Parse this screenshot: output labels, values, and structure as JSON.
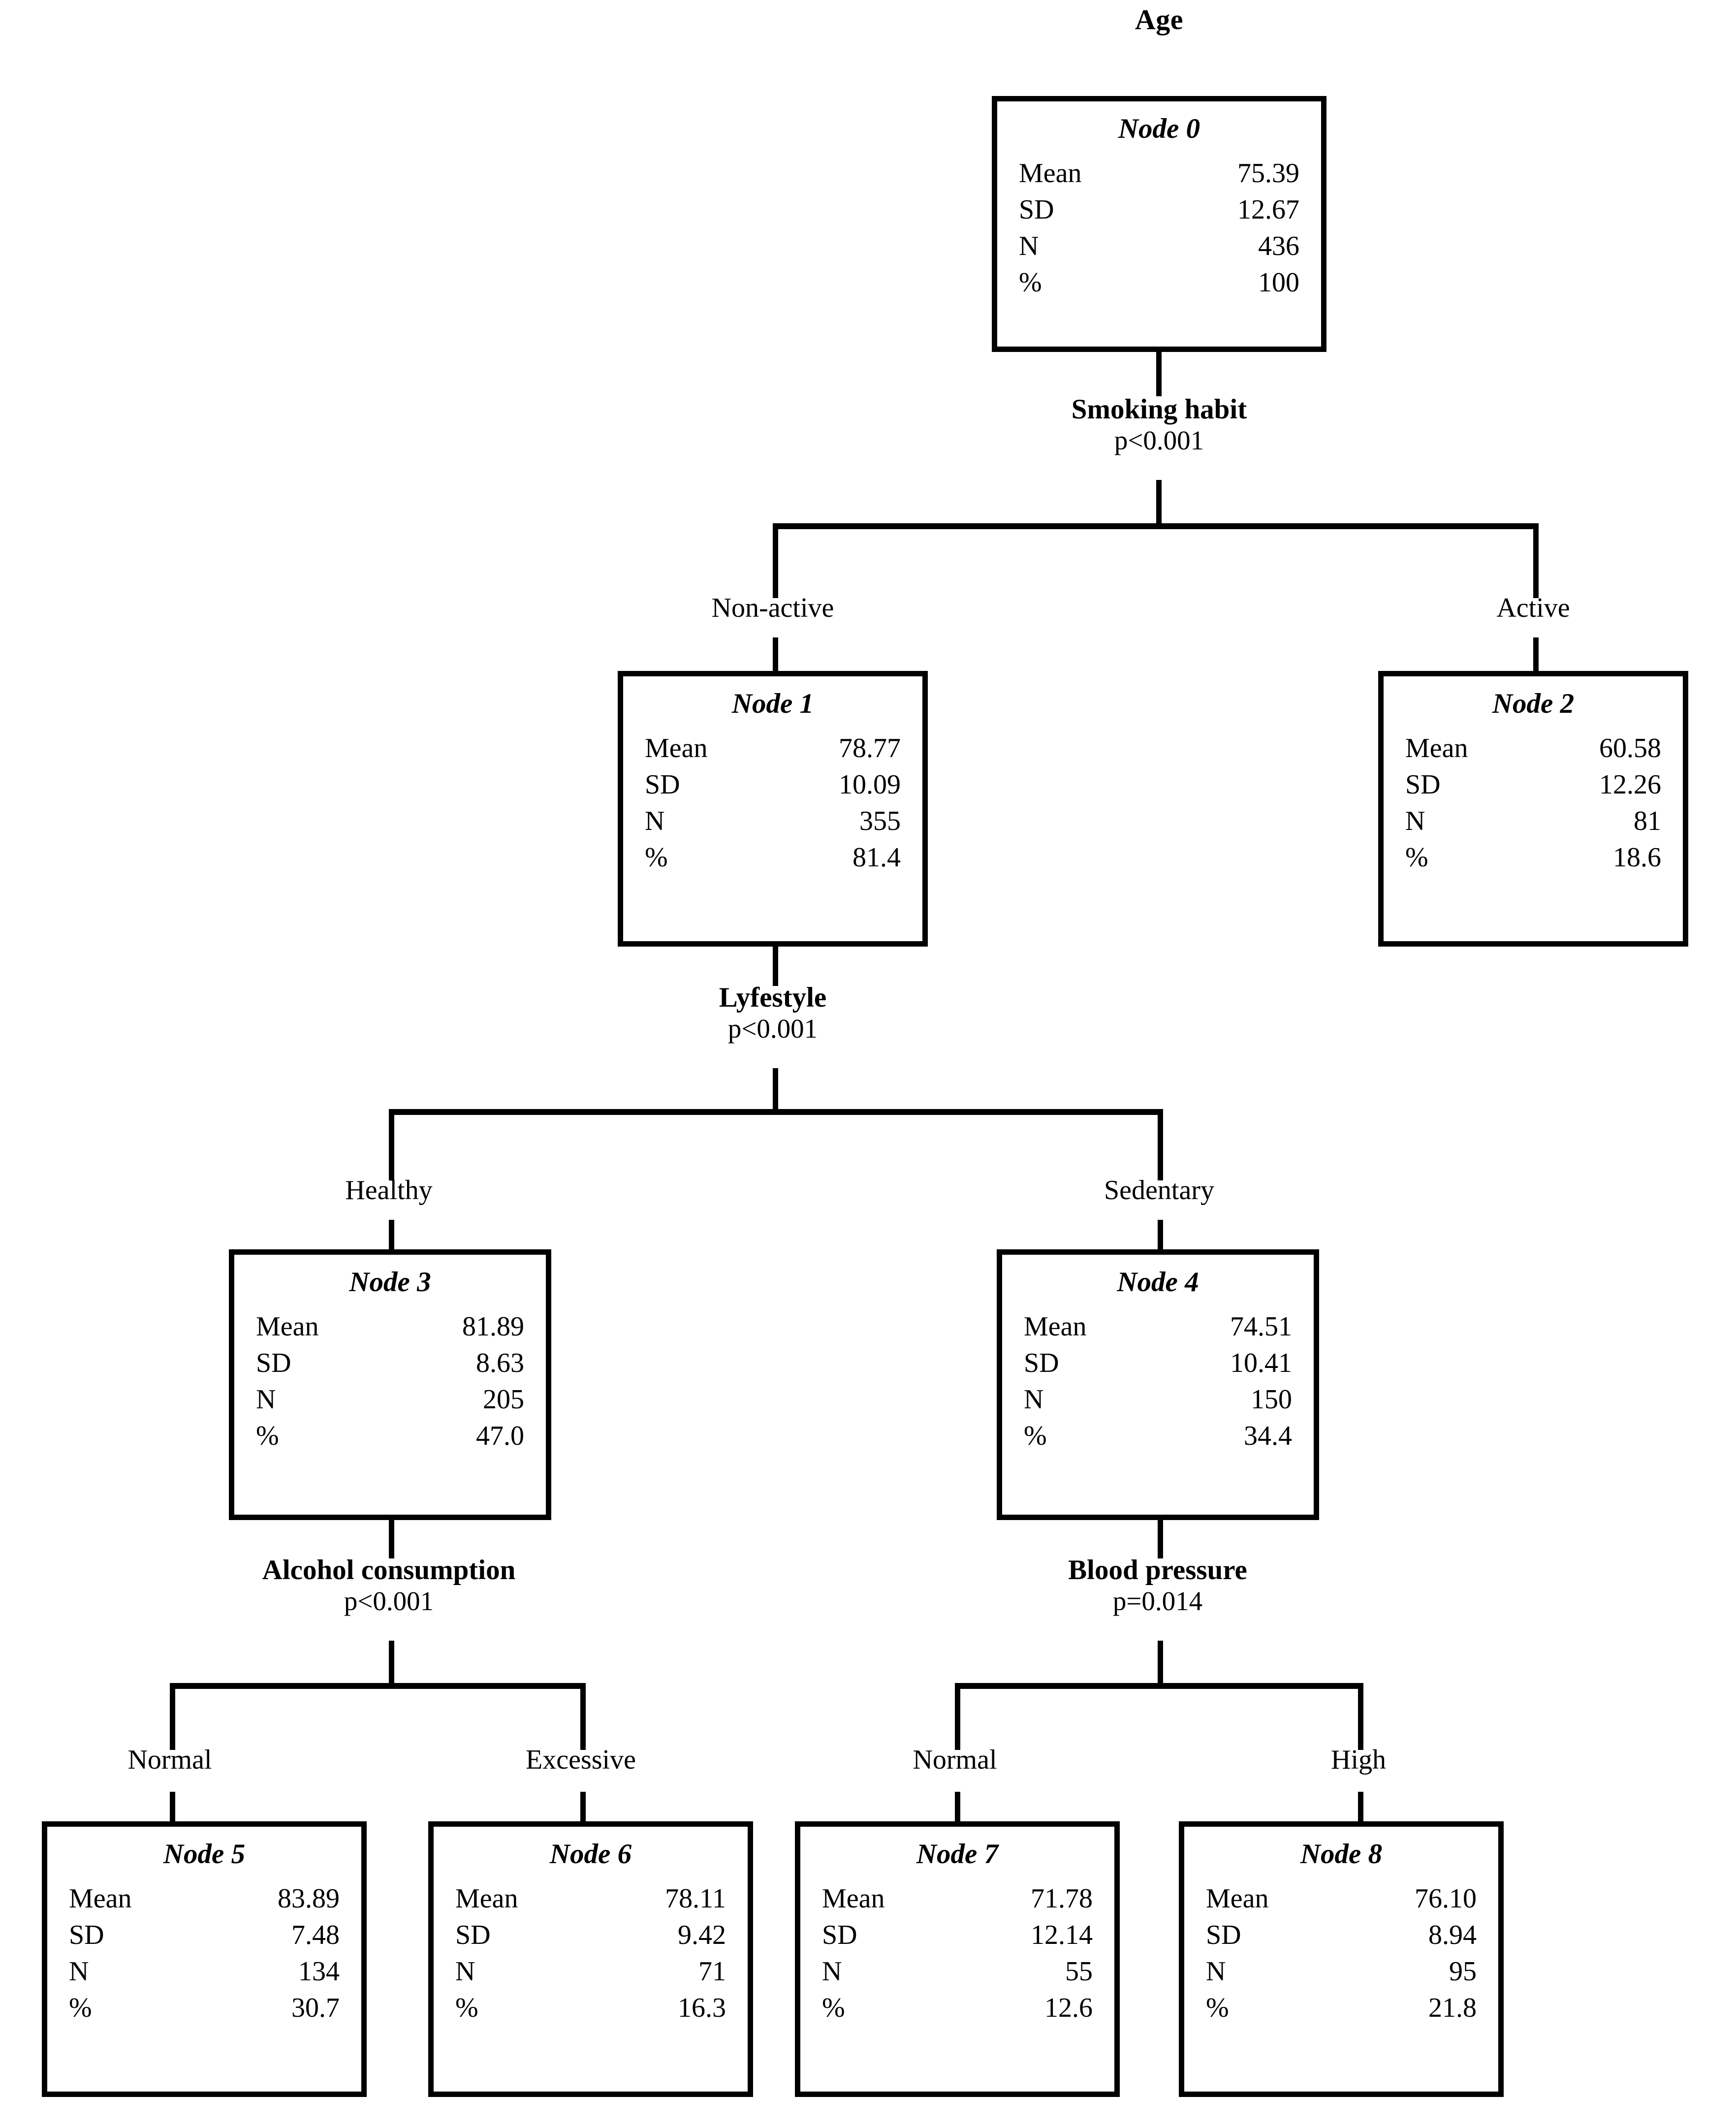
{
  "diagram": {
    "type": "decision-tree",
    "target_variable": "Age",
    "stat_labels": [
      "Mean",
      "SD",
      "N",
      "%"
    ]
  },
  "nodes": [
    {
      "id": "node0",
      "title": "Node 0",
      "mean": "75.39",
      "sd": "12.67",
      "n": "436",
      "pct": "100"
    },
    {
      "id": "node1",
      "title": "Node 1",
      "mean": "78.77",
      "sd": "10.09",
      "n": "355",
      "pct": "81.4"
    },
    {
      "id": "node2",
      "title": "Node 2",
      "mean": "60.58",
      "sd": "12.26",
      "n": "81",
      "pct": "18.6"
    },
    {
      "id": "node3",
      "title": "Node 3",
      "mean": "81.89",
      "sd": "8.63",
      "n": "205",
      "pct": "47.0"
    },
    {
      "id": "node4",
      "title": "Node 4",
      "mean": "74.51",
      "sd": "10.41",
      "n": "150",
      "pct": "34.4"
    },
    {
      "id": "node5",
      "title": "Node 5",
      "mean": "83.89",
      "sd": "7.48",
      "n": "134",
      "pct": "30.7"
    },
    {
      "id": "node6",
      "title": "Node 6",
      "mean": "78.11",
      "sd": "9.42",
      "n": "71",
      "pct": "16.3"
    },
    {
      "id": "node7",
      "title": "Node 7",
      "mean": "71.78",
      "sd": "12.14",
      "n": "55",
      "pct": "12.6"
    },
    {
      "id": "node8",
      "title": "Node 8",
      "mean": "76.10",
      "sd": "8.94",
      "n": "95",
      "pct": "21.8"
    }
  ],
  "splits": [
    {
      "id": "split0",
      "parent": "node0",
      "variable": "Smoking habit",
      "p_value": "p<0.001",
      "branches": [
        "Non-active",
        "Active"
      ]
    },
    {
      "id": "split1",
      "parent": "node1",
      "variable": "Lyfestyle",
      "p_value": "p<0.001",
      "branches": [
        "Healthy",
        "Sedentary"
      ]
    },
    {
      "id": "split3",
      "parent": "node3",
      "variable": "Alcohol consumption",
      "p_value": "p<0.001",
      "branches": [
        "Normal",
        "Excessive"
      ]
    },
    {
      "id": "split4",
      "parent": "node4",
      "variable": "Blood pressure",
      "p_value": "p=0.014",
      "branches": [
        "Normal",
        "High"
      ]
    }
  ],
  "branch_labels": {
    "b_nonactive": "Non-active",
    "b_active": "Active",
    "b_healthy": "Healthy",
    "b_sedentary": "Sedentary",
    "b_alc_normal": "Normal",
    "b_alc_excessive": "Excessive",
    "b_bp_normal": "Normal",
    "b_bp_high": "High"
  },
  "chart_data": {
    "type": "tree",
    "title": "Age",
    "dependent_variable": "Age",
    "statistics": [
      "Mean",
      "SD",
      "N",
      "%"
    ],
    "tree": {
      "node": "Node 0",
      "mean": 75.39,
      "sd": 12.67,
      "n": 436,
      "pct": 100,
      "split_variable": "Smoking habit",
      "p_value": "p<0.001",
      "children": [
        {
          "branch": "Non-active",
          "node": "Node 1",
          "mean": 78.77,
          "sd": 10.09,
          "n": 355,
          "pct": 81.4,
          "split_variable": "Lyfestyle",
          "p_value": "p<0.001",
          "children": [
            {
              "branch": "Healthy",
              "node": "Node 3",
              "mean": 81.89,
              "sd": 8.63,
              "n": 205,
              "pct": 47.0,
              "split_variable": "Alcohol consumption",
              "p_value": "p<0.001",
              "children": [
                {
                  "branch": "Normal",
                  "node": "Node 5",
                  "mean": 83.89,
                  "sd": 7.48,
                  "n": 134,
                  "pct": 30.7,
                  "children": []
                },
                {
                  "branch": "Excessive",
                  "node": "Node 6",
                  "mean": 78.11,
                  "sd": 9.42,
                  "n": 71,
                  "pct": 16.3,
                  "children": []
                }
              ]
            },
            {
              "branch": "Sedentary",
              "node": "Node 4",
              "mean": 74.51,
              "sd": 10.41,
              "n": 150,
              "pct": 34.4,
              "split_variable": "Blood pressure",
              "p_value": "p=0.014",
              "children": [
                {
                  "branch": "Normal",
                  "node": "Node 7",
                  "mean": 71.78,
                  "sd": 12.14,
                  "n": 55,
                  "pct": 12.6,
                  "children": []
                },
                {
                  "branch": "High",
                  "node": "Node 8",
                  "mean": 76.1,
                  "sd": 8.94,
                  "n": 95,
                  "pct": 21.8,
                  "children": []
                }
              ]
            }
          ]
        },
        {
          "branch": "Active",
          "node": "Node 2",
          "mean": 60.58,
          "sd": 12.26,
          "n": 81,
          "pct": 18.6,
          "children": []
        }
      ]
    }
  }
}
